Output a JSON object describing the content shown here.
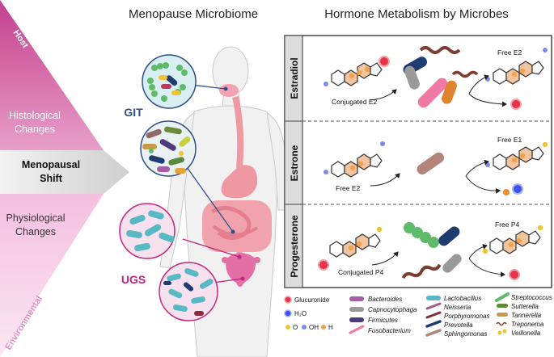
{
  "left_panel": {
    "host_label": "Host",
    "environmental_label": "Environmental",
    "histological": [
      "Histological",
      "Changes"
    ],
    "menopausal": [
      "Menopausal",
      "Shift"
    ],
    "physiological": [
      "Physiological",
      "Changes"
    ]
  },
  "center": {
    "title": "Menopause Microbiome",
    "git_label": "GIT",
    "ugs_label": "UGS"
  },
  "right": {
    "title": "Hormone Metabolism by Microbes",
    "rows": [
      {
        "label": "Estradiol",
        "input": "Conjugated E2",
        "output": "Free E2"
      },
      {
        "label": "Estrone",
        "input": "Free E2",
        "output": "Free E1"
      },
      {
        "label": "Progesterone",
        "input": "Conjugated P4",
        "output": "Free P4"
      }
    ]
  },
  "legend": {
    "molecules": {
      "glucuronide": "Glucuronide",
      "h2o": "H₂O",
      "o": "O",
      "oh": "OH",
      "h": "H"
    },
    "col2": [
      "Bacteroides",
      "Capnocytophaga",
      "Firmicutes",
      "Fusobacterium"
    ],
    "col3": [
      "Lactobacillus",
      "Neisseria",
      "Porphyromonas",
      "Prevotella",
      "Sphingomonas"
    ],
    "col4": [
      "Streptococcus",
      "Sutterella",
      "Tannerella",
      "Treponema",
      "Veillonella"
    ]
  },
  "colors": {
    "magenta": "#c2418e",
    "pink_mid": "#e38ac0",
    "pink_light": "#f6c7e4",
    "arrow_grey": "#cfcfcf",
    "git_blue": "#2f4f8a",
    "ugs_magenta": "#c0267a",
    "panel_border": "#444444"
  }
}
